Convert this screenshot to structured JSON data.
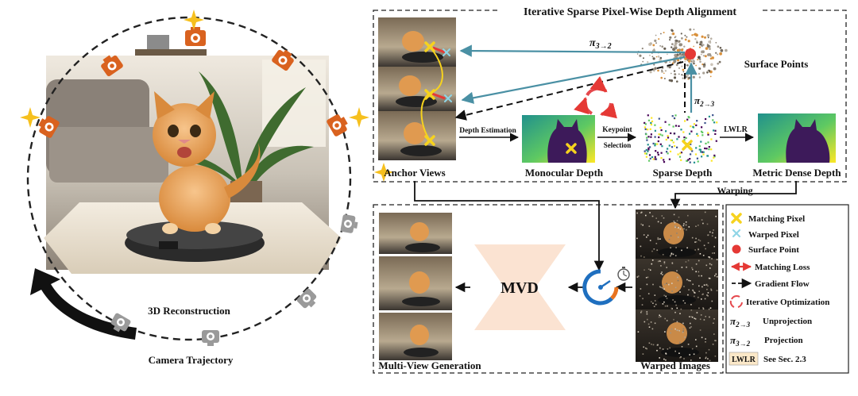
{
  "left": {
    "reconstruction_label": "3D Reconstruction",
    "trajectory_label": "Camera Trajectory"
  },
  "top_box": {
    "title": "Iterative Sparse Pixel-Wise Depth Alignment",
    "pi_32": "π",
    "pi_32_sub": "3→2",
    "pi_23": "π",
    "pi_23_sub": "2→3",
    "surface_points": "Surface Points",
    "depth_estimation": "Depth Estimation",
    "keypoint": "Keypoint",
    "selection": "Selection",
    "lwlr": "LWLR",
    "anchor_views": "Anchor Views",
    "monocular_depth": "Monocular Depth",
    "sparse_depth": "Sparse Depth",
    "metric_dense_depth": "Metric Dense Depth"
  },
  "warping": "Warping",
  "bottom_box": {
    "mvd": "MVD",
    "multi_view_generation": "Multi-View Generation",
    "warped_images": "Warped Images"
  },
  "legend": {
    "matching_pixel": "Matching Pixel",
    "warped_pixel": "Warped Pixel",
    "surface_point": "Surface Point",
    "matching_loss": "Matching Loss",
    "gradient_flow": "Gradient Flow",
    "iterative_optimization": "Iterative Optimization",
    "pi_23_label": "Unprojection",
    "pi_32_label": "Projection",
    "lwlr_tag": "LWLR",
    "lwlr_label": "See Sec. 2.3"
  },
  "colors": {
    "teal_arrow": "#4a90a4",
    "red": "#e53935",
    "yellow": "#f6d21e",
    "peach": "#fbe3d2",
    "camera_orange": "#d9621f",
    "camera_gray": "#9a9a9a",
    "depth_a": "#440154",
    "depth_b": "#21918c",
    "depth_c": "#fde725"
  }
}
